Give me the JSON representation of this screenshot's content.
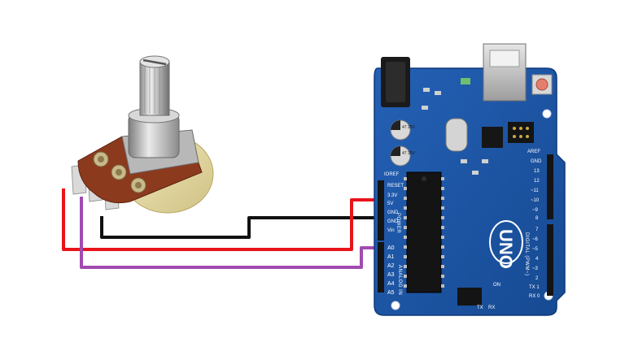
{
  "diagram": {
    "board": {
      "logo": "UNO",
      "top_header_label": "AREF",
      "digital_label": "DIGITAL (PWM~)",
      "power_label": "POWER",
      "analog_label": "ANALOG IN",
      "ioref_label": "IOREF",
      "reset_button_label": "RESET",
      "tx_label": "TX",
      "rx_label": "RX",
      "on_label": "ON",
      "cap_labels": [
        "47 25V",
        "47 25V"
      ],
      "power_pins": [
        "RESET",
        "3.3V",
        "5V",
        "GND",
        "GND",
        "Vin"
      ],
      "analog_pins": [
        "A0",
        "A1",
        "A2",
        "A3",
        "A4",
        "A5"
      ],
      "digital_pins_top": [
        "GND",
        "13",
        "12",
        "~11",
        "~10",
        "~9",
        "8"
      ],
      "digital_pins_bottom": [
        "7",
        "~6",
        "~5",
        "4",
        "~3",
        "2",
        "TX 1",
        "RX 0"
      ]
    },
    "wires": [
      {
        "name": "ground-wire",
        "color": "#111111"
      },
      {
        "name": "power-wire",
        "color": "#e8141c"
      },
      {
        "name": "signal-wire",
        "color": "#a24bb0"
      }
    ],
    "colors": {
      "board": "#1a4f9c",
      "board_edge": "#0e3a7a",
      "pot_body": "#8b3a1e",
      "pot_base": "#e8dca0",
      "metal": "#c8c8c8"
    }
  }
}
